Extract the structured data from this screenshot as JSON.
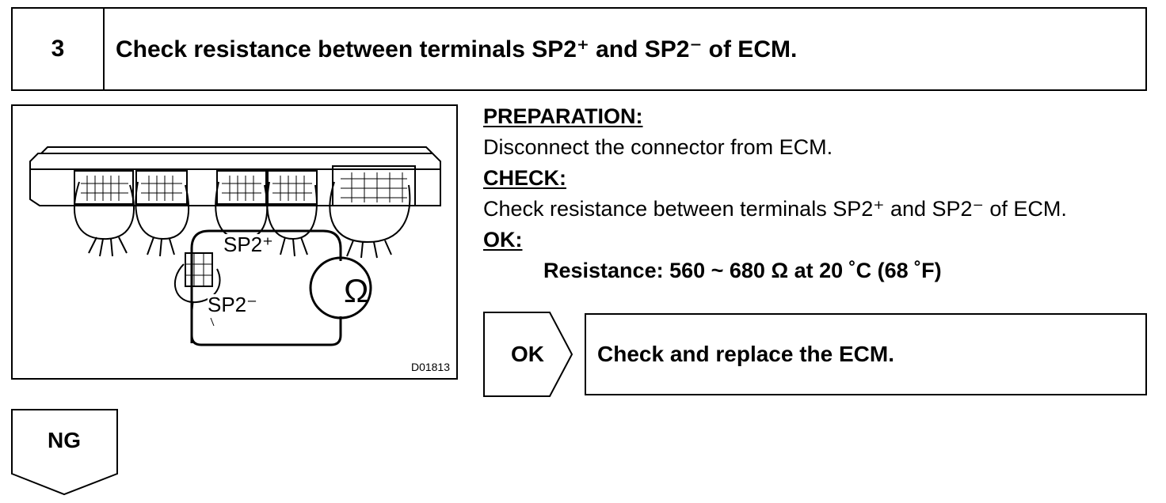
{
  "step": {
    "number": "3",
    "title": "Check resistance between terminals SP2⁺ and SP2⁻ of ECM."
  },
  "diagram": {
    "terminal_plus": "SP2⁺",
    "terminal_minus": "SP2⁻",
    "meter_symbol": "Ω",
    "figure_code": "D01813"
  },
  "instructions": {
    "preparation_heading": "PREPARATION:",
    "preparation_text": "Disconnect the connector from ECM.",
    "check_heading": "CHECK:",
    "check_text": "Check resistance between terminals SP2⁺ and SP2⁻ of ECM.",
    "ok_heading": "OK:",
    "ok_spec": "Resistance: 560 ~ 680 Ω at 20 ˚C (68 ˚F)"
  },
  "results": {
    "ok_label": "OK",
    "ok_action": "Check and replace the ECM.",
    "ng_label": "NG"
  }
}
